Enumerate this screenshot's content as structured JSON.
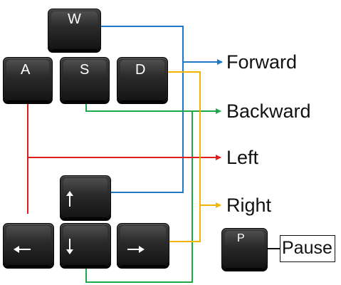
{
  "keys": {
    "w": "W",
    "a": "A",
    "s": "S",
    "d": "D",
    "p": "P"
  },
  "actions": {
    "forward": "Forward",
    "backward": "Backward",
    "left": "Left",
    "right": "Right",
    "pause": "Pause"
  },
  "colors": {
    "forward": "#1e78c8",
    "backward": "#1ea84a",
    "left": "#e01e1e",
    "right": "#f5b400",
    "pause": "#111111"
  }
}
